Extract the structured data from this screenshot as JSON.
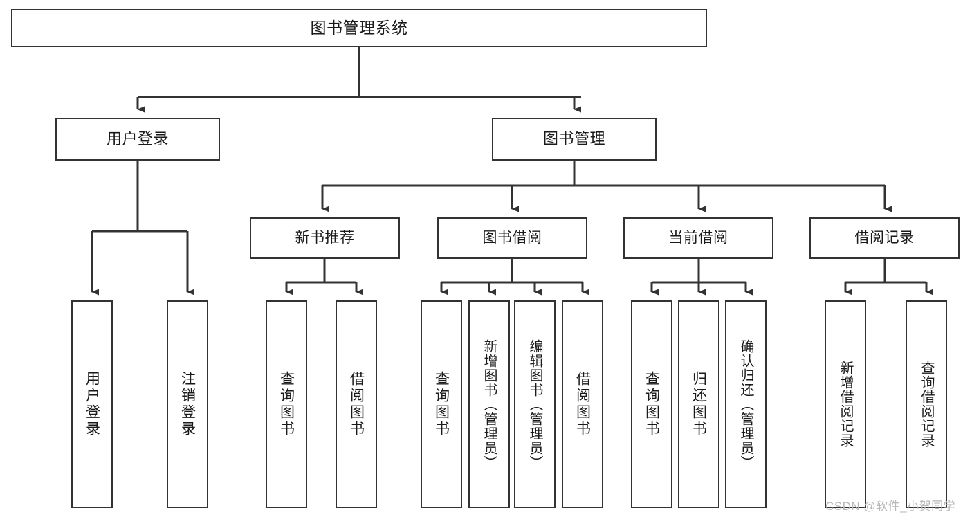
{
  "diagram": {
    "title": "图书管理系统",
    "type": "tree",
    "orientation": "top-down",
    "line_color": "#333333",
    "box_fill": "#ffffff",
    "text_color": "#1a1a1a",
    "nodes": {
      "root": {
        "label": "图书管理系统"
      },
      "level1": [
        {
          "label": "用户登录"
        },
        {
          "label": "图书管理"
        }
      ],
      "level2": [
        {
          "label": "新书推荐"
        },
        {
          "label": "图书借阅"
        },
        {
          "label": "当前借阅"
        },
        {
          "label": "借阅记录"
        }
      ],
      "leaves_login": [
        {
          "label": "用户登录"
        },
        {
          "label": "注销登录"
        }
      ],
      "leaves_recommend": [
        {
          "label": "查询图书"
        },
        {
          "label": "借阅图书"
        }
      ],
      "leaves_borrow": [
        {
          "label": "查询图书"
        },
        {
          "label": "新增图书（管理员）"
        },
        {
          "label": "编辑图书（管理员）"
        },
        {
          "label": "借阅图书"
        }
      ],
      "leaves_current": [
        {
          "label": "查询图书"
        },
        {
          "label": "归还图书"
        },
        {
          "label": "确认归还（管理员）"
        }
      ],
      "leaves_records": [
        {
          "label": "新增借阅记录"
        },
        {
          "label": "查询借阅记录"
        }
      ]
    }
  },
  "watermark": {
    "text": "CSDN @软件_小贺同学",
    "color": "#b8b8b8"
  }
}
